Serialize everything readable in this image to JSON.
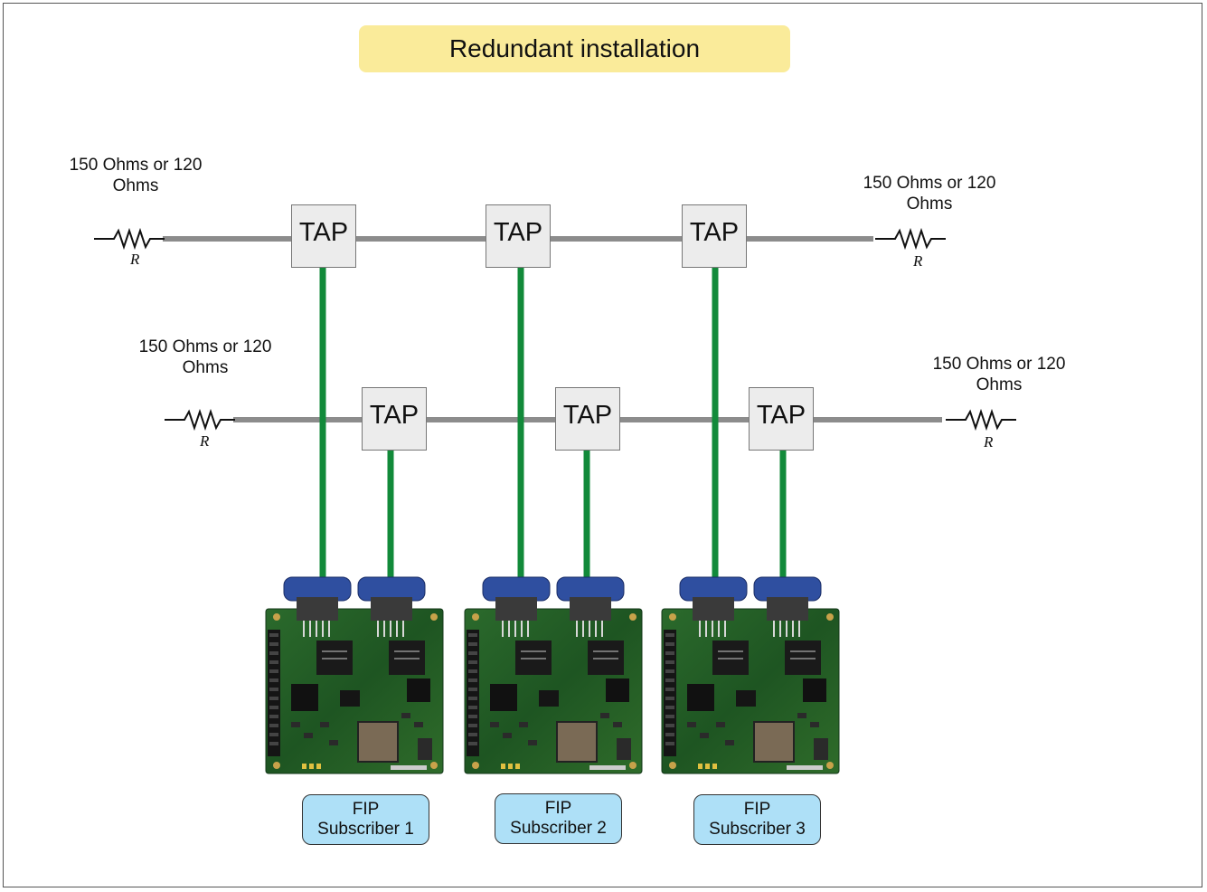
{
  "title": "Redundant installation",
  "terminations": [
    {
      "label_line1": "150 Ohms or 120",
      "label_line2": "Ohms",
      "symbol": "R"
    },
    {
      "label_line1": "150 Ohms or 120",
      "label_line2": "Ohms",
      "symbol": "R"
    },
    {
      "label_line1": "150 Ohms or 120",
      "label_line2": "Ohms",
      "symbol": "R"
    },
    {
      "label_line1": "150 Ohms or 120",
      "label_line2": "Ohms",
      "symbol": "R"
    }
  ],
  "taps": [
    "TAP",
    "TAP",
    "TAP",
    "TAP",
    "TAP",
    "TAP"
  ],
  "subscribers": [
    {
      "line1": "FIP",
      "line2": "Subscriber 1"
    },
    {
      "line1": "FIP",
      "line2": "Subscriber 2"
    },
    {
      "line1": "FIP",
      "line2": "Subscriber 3"
    }
  ],
  "colors": {
    "bus_cable": "#8c8c8c",
    "drop_cable": "#128a3a",
    "title_background": "#faeb9a",
    "subscriber_box": "#aee0f7",
    "board_pcb": "#1f5a24",
    "connector": "#2f4fa0"
  },
  "icons": [
    "resistor-icon",
    "fip-board-icon",
    "db9-connector-icon"
  ]
}
